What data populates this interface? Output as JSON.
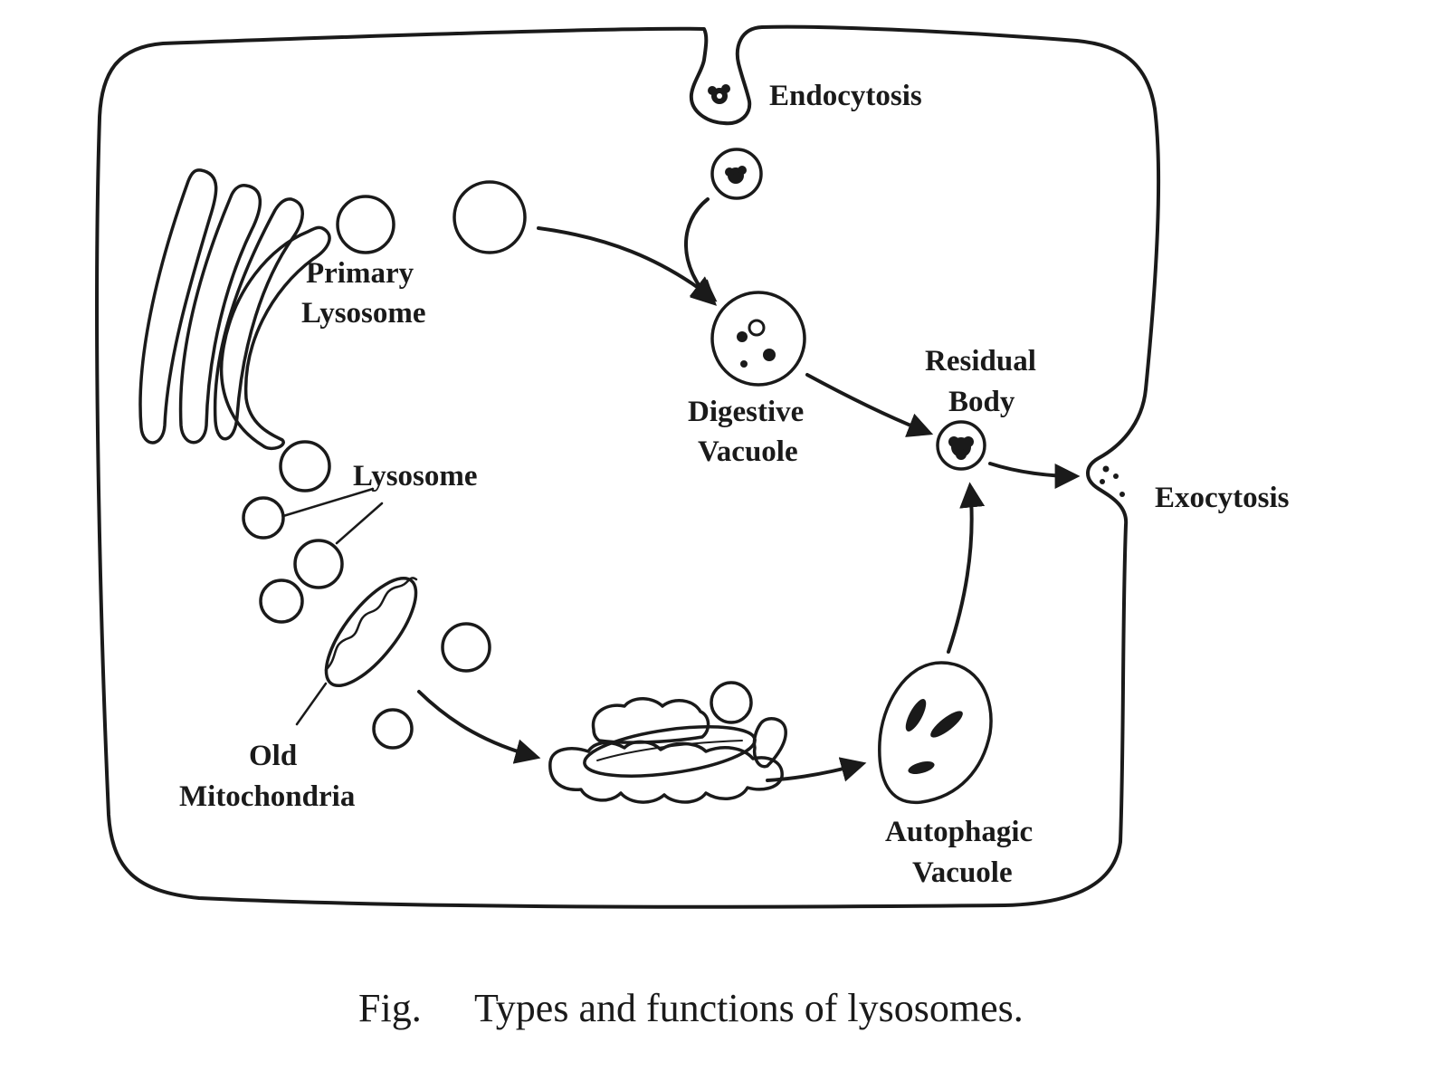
{
  "labels": {
    "endocytosis": "Endocytosis",
    "primary_lysosome_l1": "Primary",
    "primary_lysosome_l2": "Lysosome",
    "lysosome": "Lysosome",
    "digestive_vacuole_l1": "Digestive",
    "digestive_vacuole_l2": "Vacuole",
    "residual_body_l1": "Residual",
    "residual_body_l2": "Body",
    "exocytosis": "Exocytosis",
    "old_mitochondria_l1": "Old",
    "old_mitochondria_l2": "Mitochondria",
    "autophagic_vacuole_l1": "Autophagic",
    "autophagic_vacuole_l2": "Vacuole"
  },
  "caption": {
    "prefix": "Fig.",
    "text": "Types and functions of lysosomes."
  },
  "colors": {
    "ink": "#1a1a1a",
    "paper": "#ffffff"
  }
}
